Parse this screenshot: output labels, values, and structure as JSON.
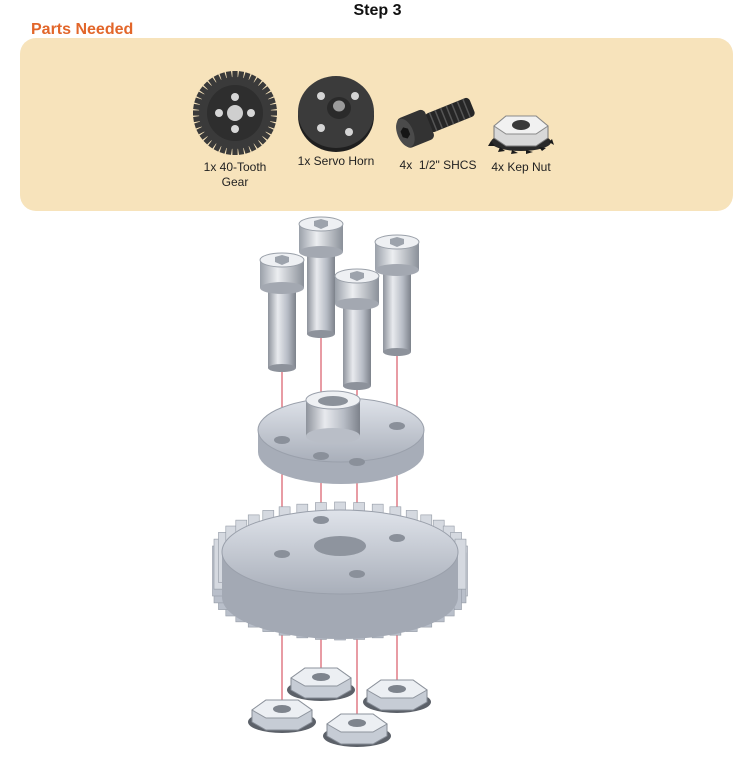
{
  "header": {
    "step_title": "Step 3"
  },
  "parts_panel": {
    "heading": "Parts Needed",
    "background": "#f7e3bb",
    "heading_color": "#e2662a",
    "items": [
      {
        "label": "1x 40-Tooth Gear",
        "label_line1": "1x 40-Tooth",
        "label_line2": "Gear",
        "icon": "gear-icon"
      },
      {
        "label": "1x Servo Horn",
        "icon": "servo-horn-icon"
      },
      {
        "label": "4x  1/2\" SHCS",
        "icon": "shcs-screw-icon"
      },
      {
        "label": "4x Kep Nut",
        "icon": "kep-nut-icon"
      }
    ]
  },
  "assembly": {
    "guide_line_color": "#d23a4a",
    "part_color": "#c8cdd6",
    "screw_count": 4,
    "nut_count": 4
  }
}
